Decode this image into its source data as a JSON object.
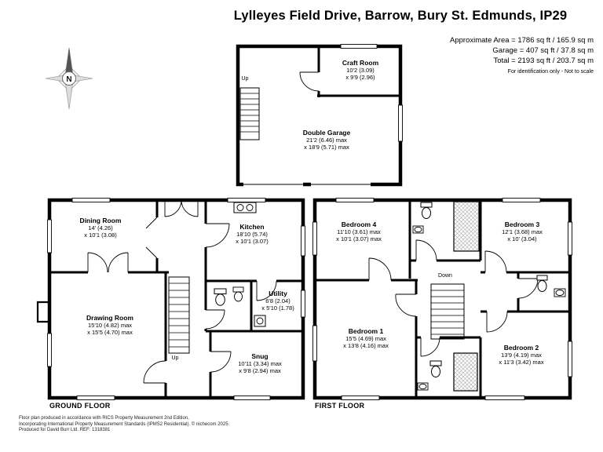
{
  "header": {
    "title": "Lylleyes Field Drive, Barrow, Bury St. Edmunds, IP29",
    "approx_area": "Approximate Area = 1786 sq ft / 165.9 sq m",
    "garage_area": "Garage = 407 sq ft / 37.8 sq m",
    "total_area": "Total = 2193 sq ft / 203.7 sq m",
    "disclaimer": "For identification only - Not to scale"
  },
  "compass": {
    "north_label": "N"
  },
  "garage_floor": {
    "stairs_label": "Up",
    "rooms": {
      "craft_room": {
        "name": "Craft Room",
        "dim1": "10'2 (3.09)",
        "dim2": "x 9'9 (2.96)"
      },
      "double_garage": {
        "name": "Double Garage",
        "dim1": "21'2 (6.46) max",
        "dim2": "x 18'9 (5.71) max"
      }
    }
  },
  "ground_floor": {
    "label": "GROUND FLOOR",
    "stairs_label": "Up",
    "rooms": {
      "dining_room": {
        "name": "Dining Room",
        "dim1": "14' (4.26)",
        "dim2": "x 10'1 (3.08)"
      },
      "kitchen": {
        "name": "Kitchen",
        "dim1": "18'10 (5.74)",
        "dim2": "x 10'1 (3.07)"
      },
      "drawing_room": {
        "name": "Drawing Room",
        "dim1": "15'10 (4.82) max",
        "dim2": "x 15'5 (4.70) max"
      },
      "utility": {
        "name": "Utility",
        "dim1": "6'8 (2.04)",
        "dim2": "x 5'10 (1.78)"
      },
      "snug": {
        "name": "Snug",
        "dim1": "10'11 (3.34) max",
        "dim2": "x 9'8 (2.94) max"
      }
    }
  },
  "first_floor": {
    "label": "FIRST FLOOR",
    "stairs_label": "Down",
    "rooms": {
      "bedroom_4": {
        "name": "Bedroom 4",
        "dim1": "11'10 (3.61) max",
        "dim2": "x 10'1 (3.07) max"
      },
      "bedroom_3": {
        "name": "Bedroom 3",
        "dim1": "12'1 (3.68) max",
        "dim2": "x 10' (3.04)"
      },
      "bedroom_1": {
        "name": "Bedroom 1",
        "dim1": "15'5 (4.69) max",
        "dim2": "x 13'8 (4.16) max"
      },
      "bedroom_2": {
        "name": "Bedroom 2",
        "dim1": "13'9 (4.19) max",
        "dim2": "x 11'3 (3.42) max"
      }
    }
  },
  "footer": {
    "line1": "Floor plan produced in accordance with RICS Property Measurement 2nd Edition,",
    "line2": "Incorporating International Property Measurement Standards (IPMS2 Residential).  © nichecom 2025.",
    "line3": "Produced for David Burr Ltd.  REF:  1318381"
  }
}
